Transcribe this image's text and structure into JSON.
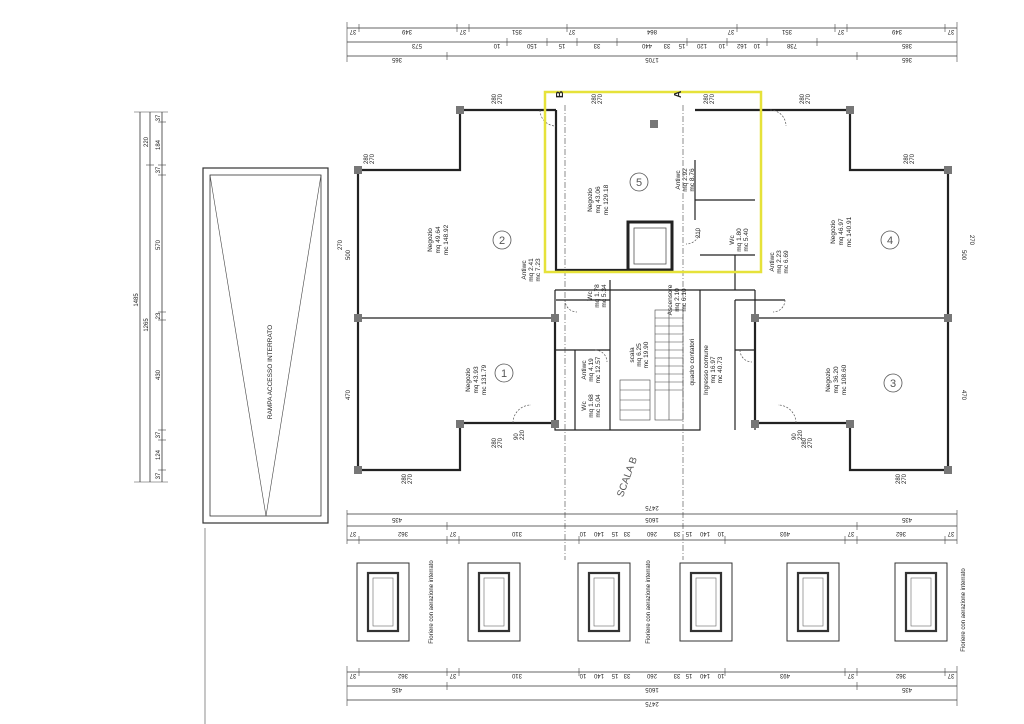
{
  "top_dims": {
    "row1": [
      "365",
      "1705",
      "365"
    ],
    "row2": [
      "385",
      "738",
      "10",
      "162",
      "10",
      "120",
      "15",
      "33",
      "440",
      "33",
      "15",
      "150",
      "10",
      "573"
    ],
    "row3": [
      "37",
      "349",
      "37",
      "351",
      "37",
      "864",
      "37",
      "351",
      "37",
      "349",
      "37"
    ]
  },
  "units": [
    {
      "id": "1",
      "title": "Negozio",
      "mq": "mq 43.93",
      "mc": "mc 131.79"
    },
    {
      "id": "2",
      "title": "Negozio",
      "mq": "mq 49.64",
      "mc": "mc 148.92"
    },
    {
      "id": "3",
      "title": "Negozio",
      "mq": "mq 36.20",
      "mc": "mc 108.60"
    },
    {
      "id": "4",
      "title": "Negozio",
      "mq": "mq 46.97",
      "mc": "mc 140.91"
    },
    {
      "id": "5",
      "title": "Negozio",
      "mq": "mq 43.06",
      "mc": "mc 129.18"
    }
  ],
  "small_rooms": [
    {
      "title": "Antiwc",
      "mq": "mq 2.41",
      "mc": "mc 7.23"
    },
    {
      "title": "Wc",
      "mq": "mq 1.78",
      "mc": "mc 5.34"
    },
    {
      "title": "Antiwc",
      "mq": "mq 4.19",
      "mc": "mc 12.57"
    },
    {
      "title": "Wc",
      "mq": "mq 1.68",
      "mc": "mc 5.04"
    },
    {
      "title": "Antiwc",
      "mq": "mq 2.23",
      "mc": "mc 6.69"
    },
    {
      "title": "Wc",
      "mq": "mq 1.80",
      "mc": "mc 5.40"
    },
    {
      "title": "Antiwc",
      "mq": "mq 2.92",
      "mc": "mc 8.76"
    }
  ],
  "core": {
    "scala": {
      "title": "scala",
      "mq": "mq 6.25",
      "mc": "mc 19.90"
    },
    "ascensore": {
      "title": "Ascensore",
      "mq": "mq 2.10",
      "mc": "mc 6.10"
    },
    "ingresso": {
      "title": "Ingresso comune",
      "mq": "mq 16.97",
      "mc": "mc 40.73"
    },
    "contatori": "quadro contatori",
    "scala_label": "SCALA B"
  },
  "section_marks": {
    "a": "A",
    "b": "B"
  },
  "ramp_label": "RAMPA ACCESSO INTERRATO",
  "left_dims": {
    "total": "1485",
    "sub": "1265",
    "parts": [
      "37",
      "184",
      "220",
      "37",
      "570",
      "23",
      "430",
      "37",
      "124",
      "37"
    ]
  },
  "side_dims": {
    "left_upper": "500",
    "left_lower": "470",
    "right_upper": "500",
    "right_lower": "470",
    "outer_upper": "270",
    "outer_lower": "270"
  },
  "bottom_dims": {
    "row1": [
      "37",
      "362",
      "37",
      "493",
      "10",
      "140",
      "15",
      "33",
      "260",
      "33",
      "15",
      "140",
      "10",
      "310",
      "37",
      "362",
      "37"
    ],
    "row2": [
      "435",
      "1605",
      "435"
    ],
    "row3": [
      "2475"
    ]
  },
  "planters": {
    "label": "Fioriere con aerazione interrato",
    "count": 6
  },
  "bottom2_dims": {
    "row1": [
      "2475"
    ],
    "row2": [
      "435",
      "1605",
      "435"
    ],
    "row3": [
      "37",
      "362",
      "37",
      "493",
      "10",
      "140",
      "15",
      "33",
      "260",
      "33",
      "15",
      "140",
      "10",
      "310",
      "37",
      "362",
      "37"
    ]
  },
  "window_labels": {
    "w1": "280",
    "w2": "270",
    "d1": "90",
    "d2": "220",
    "d3": "210"
  },
  "highlight_color": "#e6e23a"
}
